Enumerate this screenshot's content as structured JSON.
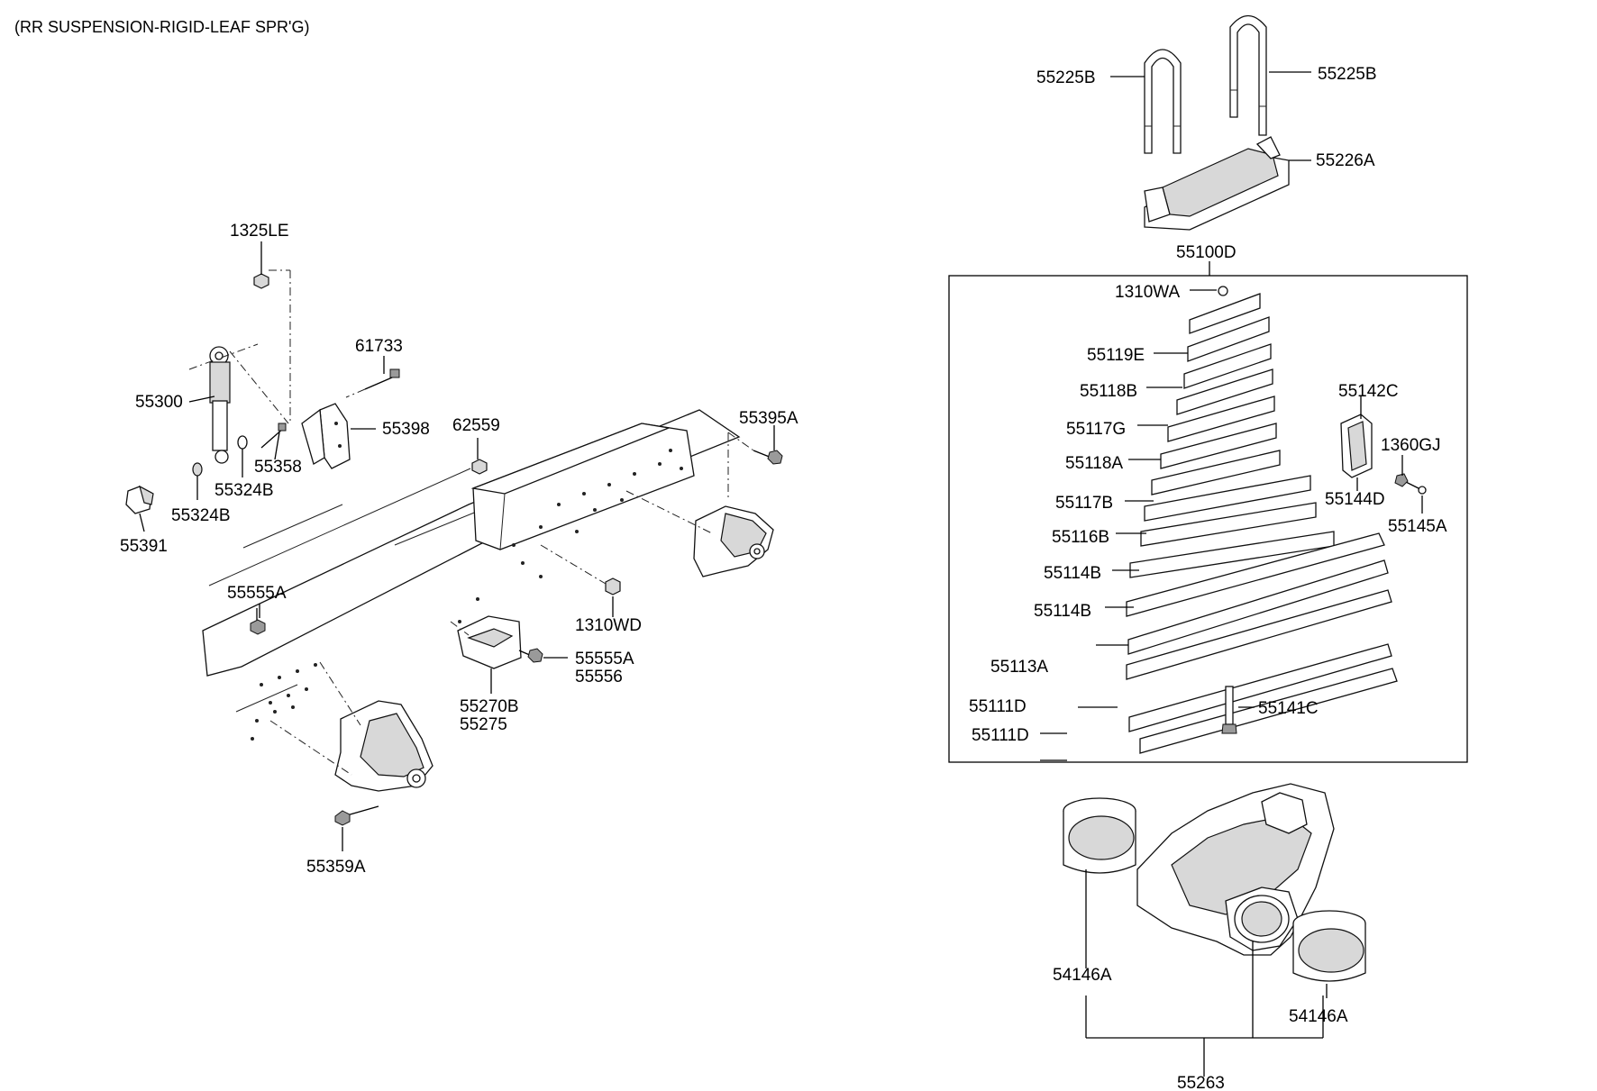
{
  "title": "(RR SUSPENSION-RIGID-LEAF SPR'G)",
  "labels": {
    "p1325LE": "1325LE",
    "p61733": "61733",
    "p55300": "55300",
    "p55398": "55398",
    "p62559": "62559",
    "p55395A": "55395A",
    "p55358": "55358",
    "p55324B_a": "55324B",
    "p55324B_b": "55324B",
    "p55391": "55391",
    "p55555A_a": "55555A",
    "p1310WD": "1310WD",
    "p55555A_b": "55555A",
    "p55556": "55556",
    "p55270B": "55270B",
    "p55275": "55275",
    "p55359A": "55359A",
    "p55225B_l": "55225B",
    "p55225B_r": "55225B",
    "p55226A": "55226A",
    "p55100D": "55100D",
    "p1310WA": "1310WA",
    "p55119E": "55119E",
    "p55118B": "55118B",
    "p55117G": "55117G",
    "p55118A": "55118A",
    "p55117B": "55117B",
    "p55116B": "55116B",
    "p55114B_a": "55114B",
    "p55114B_b": "55114B",
    "p55113A": "55113A",
    "p55111D_a": "55111D",
    "p55111D_b": "55111D",
    "p55141C": "55141C",
    "p55142C": "55142C",
    "p1360GJ": "1360GJ",
    "p55144D": "55144D",
    "p55145A": "55145A",
    "p54146A_l": "54146A",
    "p54146A_r": "54146A",
    "p55263": "55263"
  }
}
